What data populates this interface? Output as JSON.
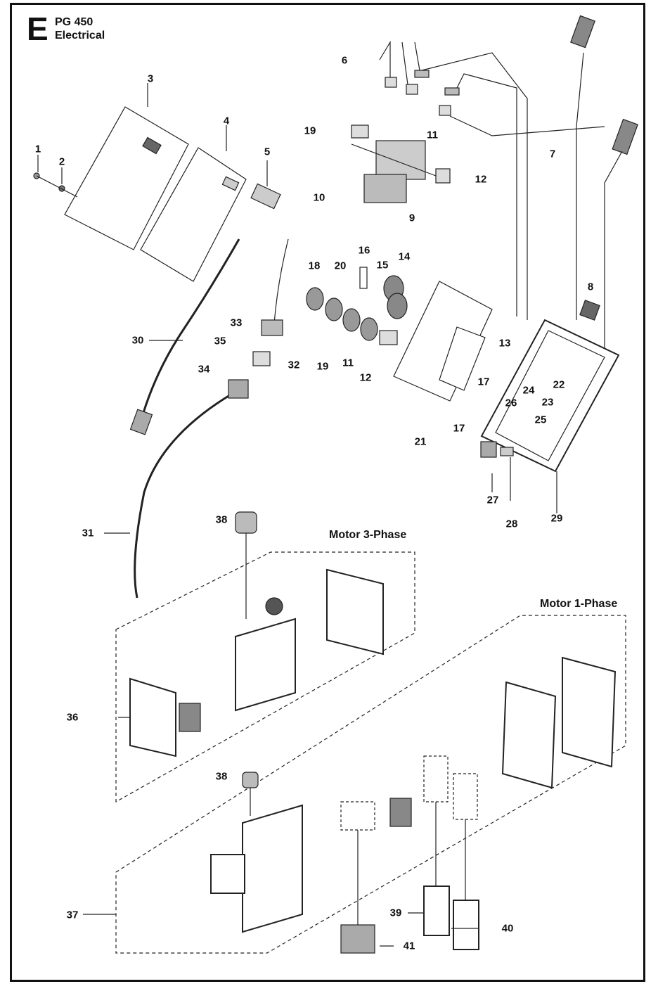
{
  "header": {
    "section_letter": "E",
    "model": "PG 450",
    "group": "Electrical"
  },
  "sub_assemblies": [
    {
      "label": "Motor 3-Phase"
    },
    {
      "label": "Motor 1-Phase"
    }
  ],
  "callouts": [
    {
      "label": "1"
    },
    {
      "label": "2"
    },
    {
      "label": "3"
    },
    {
      "label": "4"
    },
    {
      "label": "5"
    },
    {
      "label": "6"
    },
    {
      "label": "7"
    },
    {
      "label": "8"
    },
    {
      "label": "9"
    },
    {
      "label": "10"
    },
    {
      "label": "11"
    },
    {
      "label": "12"
    },
    {
      "label": "13"
    },
    {
      "label": "14"
    },
    {
      "label": "15"
    },
    {
      "label": "16"
    },
    {
      "label": "17"
    },
    {
      "label": "18"
    },
    {
      "label": "19"
    },
    {
      "label": "20"
    },
    {
      "label": "11"
    },
    {
      "label": "12"
    },
    {
      "label": "17"
    },
    {
      "label": "19"
    },
    {
      "label": "21"
    },
    {
      "label": "22"
    },
    {
      "label": "23"
    },
    {
      "label": "24"
    },
    {
      "label": "25"
    },
    {
      "label": "26"
    },
    {
      "label": "27"
    },
    {
      "label": "28"
    },
    {
      "label": "29"
    },
    {
      "label": "30"
    },
    {
      "label": "31"
    },
    {
      "label": "32"
    },
    {
      "label": "33"
    },
    {
      "label": "34"
    },
    {
      "label": "35"
    },
    {
      "label": "36"
    },
    {
      "label": "37"
    },
    {
      "label": "38"
    },
    {
      "label": "38"
    },
    {
      "label": "39"
    },
    {
      "label": "40"
    },
    {
      "label": "41"
    }
  ]
}
